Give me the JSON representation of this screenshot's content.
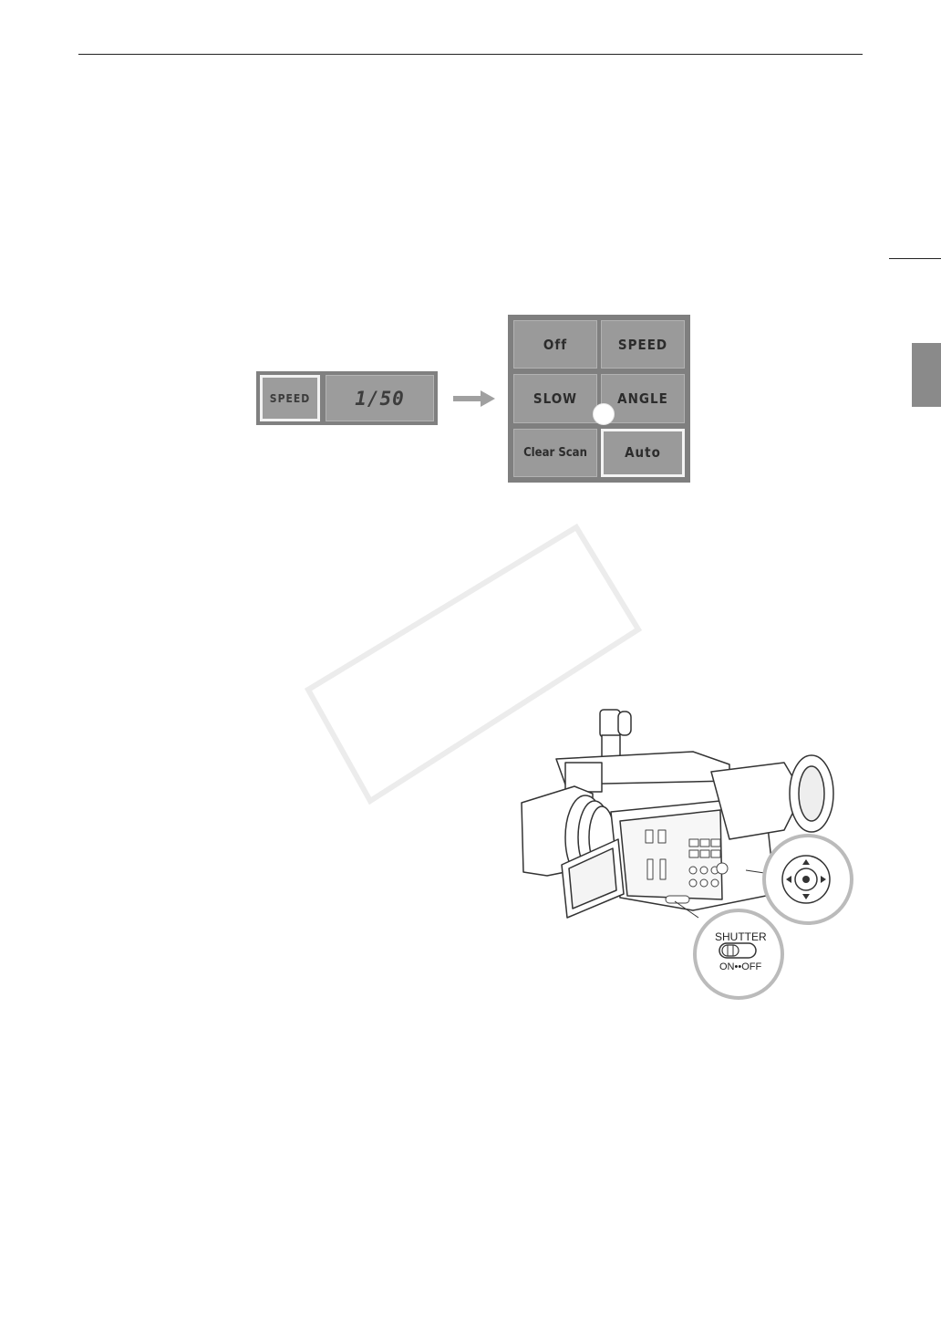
{
  "current_setting": {
    "mode_label": "SPEED",
    "value": "1/50"
  },
  "mode_menu": {
    "options": [
      {
        "label": "Off"
      },
      {
        "label": "SPEED"
      },
      {
        "label": "SLOW"
      },
      {
        "label": "ANGLE"
      },
      {
        "label": "Clear Scan"
      },
      {
        "label": "Auto"
      }
    ],
    "selected": "Auto"
  },
  "illustration": {
    "switch_label": "SHUTTER",
    "switch_positions": "ON••OFF",
    "icons": [
      "camcorder-icon",
      "joystick-icon",
      "shutter-switch-icon"
    ]
  },
  "colors": {
    "panel_bg": "#7f7f7f",
    "button_bg": "#9a9a9a",
    "selection_outline": "#f4f4f4",
    "arrow": "#a0a0a0"
  }
}
